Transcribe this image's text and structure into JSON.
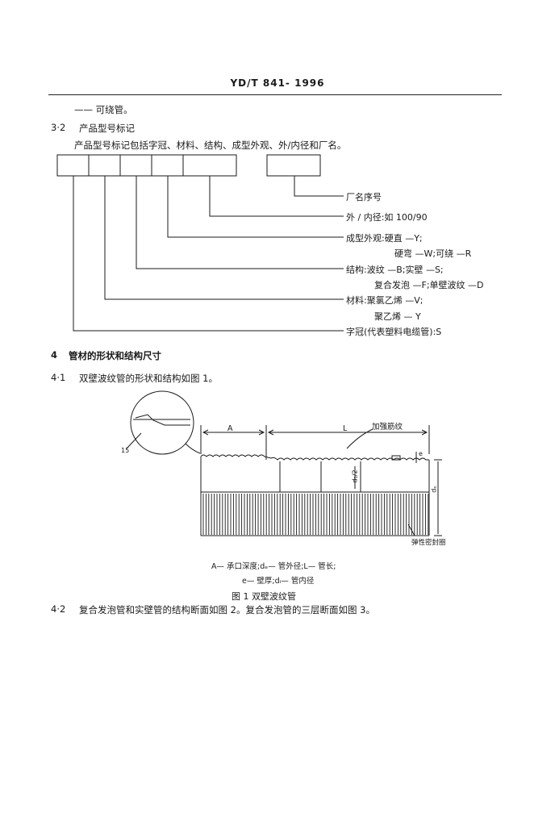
{
  "header": {
    "standard_no": "YD/T 841- 1996"
  },
  "intro_item": "—— 可绕管。",
  "section_3_2": {
    "number": "3·2",
    "title": "产品型号标记",
    "desc": "产品型号标记包括字冠、材料、结构、成型外观、外/内径和厂名。"
  },
  "model_labels": {
    "factory": "厂名序号",
    "diameter": "外 / 内径:如 100/90",
    "appearance_1": "成型外观:硬直 —Y;",
    "appearance_2": "硬弯 —W;可绕 —R",
    "structure_1": "结构:波纹 —B;实壁 —S;",
    "structure_2": "复合发泡 —F;单壁波纹 —D",
    "material_1": "材料:聚氯乙烯 —V;",
    "material_2": "聚乙烯 — Y",
    "prefix": "字冠(代表塑料电缆管):S"
  },
  "section_4": {
    "number": "4",
    "title": "管材的形状和结构尺寸"
  },
  "section_4_1": {
    "number": "4·1",
    "text": "双壁波纹管的形状和结构如图 1。"
  },
  "figure_1": {
    "labels": {
      "A": "A",
      "L": "L",
      "reinforce": "加强筋纹",
      "e": "e",
      "d2": "d₁/2",
      "de": "dₑ",
      "detail": "15",
      "seal": "弹性密封圈"
    },
    "legend_1": "A— 承口深度;dₑ— 管外径;L— 管长;",
    "legend_2": "e— 壁厚;dᵢ— 管内径",
    "caption": "图 1   双壁波纹管"
  },
  "section_4_2": {
    "number": "4·2",
    "text": "复合发泡管和实壁管的结构断面如图 2。复合发泡管的三层断面如图 3。"
  }
}
